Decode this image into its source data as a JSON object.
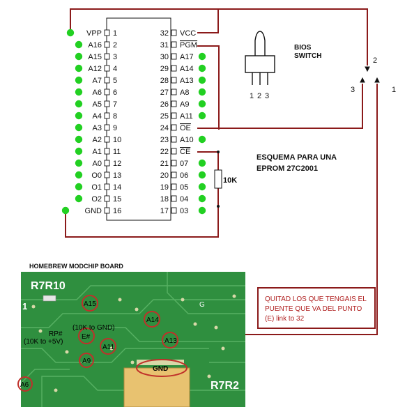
{
  "chip": {
    "left_pins": [
      {
        "num": "1",
        "name": "VPP"
      },
      {
        "num": "2",
        "name": "A16"
      },
      {
        "num": "3",
        "name": "A15"
      },
      {
        "num": "4",
        "name": "A12"
      },
      {
        "num": "5",
        "name": "A7"
      },
      {
        "num": "6",
        "name": "A6"
      },
      {
        "num": "7",
        "name": "A5"
      },
      {
        "num": "8",
        "name": "A4"
      },
      {
        "num": "9",
        "name": "A3"
      },
      {
        "num": "10",
        "name": "A2"
      },
      {
        "num": "11",
        "name": "A1"
      },
      {
        "num": "12",
        "name": "A0"
      },
      {
        "num": "13",
        "name": "O0"
      },
      {
        "num": "14",
        "name": "O1"
      },
      {
        "num": "15",
        "name": "O2"
      },
      {
        "num": "16",
        "name": "GND"
      }
    ],
    "right_pins": [
      {
        "num": "32",
        "name": "VCC",
        "overline": false
      },
      {
        "num": "31",
        "name": "PGM",
        "overline": true
      },
      {
        "num": "30",
        "name": "A17",
        "overline": false
      },
      {
        "num": "29",
        "name": "A14",
        "overline": false
      },
      {
        "num": "28",
        "name": "A13",
        "overline": false
      },
      {
        "num": "27",
        "name": "A8",
        "overline": false
      },
      {
        "num": "26",
        "name": "A9",
        "overline": false
      },
      {
        "num": "25",
        "name": "A11",
        "overline": false
      },
      {
        "num": "24",
        "name": "OE",
        "overline": true
      },
      {
        "num": "23",
        "name": "A10",
        "overline": false
      },
      {
        "num": "22",
        "name": "CE",
        "overline": true
      },
      {
        "num": "21",
        "name": "07",
        "overline": false
      },
      {
        "num": "20",
        "name": "06",
        "overline": false
      },
      {
        "num": "19",
        "name": "05",
        "overline": false
      },
      {
        "num": "18",
        "name": "04",
        "overline": false
      },
      {
        "num": "17",
        "name": "03",
        "overline": false
      }
    ]
  },
  "bios_switch": {
    "label_line1": "BIOS",
    "label_line2": "SWITCH",
    "pins": [
      "1",
      "2",
      "3"
    ]
  },
  "switch_contacts": {
    "c2": "2",
    "c3": "3",
    "c1": "1"
  },
  "resistor": {
    "value": "10K"
  },
  "schematic_title": {
    "line1": "ESQUEMA PARA UNA",
    "line2": "EPROM 27C2001"
  },
  "board_title": "HOMEBREW MODCHIP BOARD",
  "note": {
    "line1": "QUITAD LOS QUE TENGAIS EL",
    "line2": "PUENTE QUE VA DEL PUNTO",
    "line3": "(E) link to 32"
  },
  "pcb": {
    "silk_main": "R7R10",
    "silk_corner": "R7R2",
    "silk_g": "G",
    "silk_one": "1",
    "points": [
      {
        "label": "A15"
      },
      {
        "label": "A14"
      },
      {
        "label": "E#"
      },
      {
        "label": "A11"
      },
      {
        "label": "A13"
      },
      {
        "label": "A9"
      },
      {
        "label": "A6"
      },
      {
        "label": "GND"
      }
    ],
    "annotations": {
      "ten_k_gnd": "(10K to GND)",
      "rp": "RP#",
      "ten_k_5v": "(10K to +5V)"
    }
  },
  "colors": {
    "wire": "#8b1a1a",
    "dot": "#22d022",
    "pcb": "#2f8f3f",
    "pad": "#d8d8a8",
    "circle": "#c0302a",
    "capacitor": "#e8c270"
  }
}
